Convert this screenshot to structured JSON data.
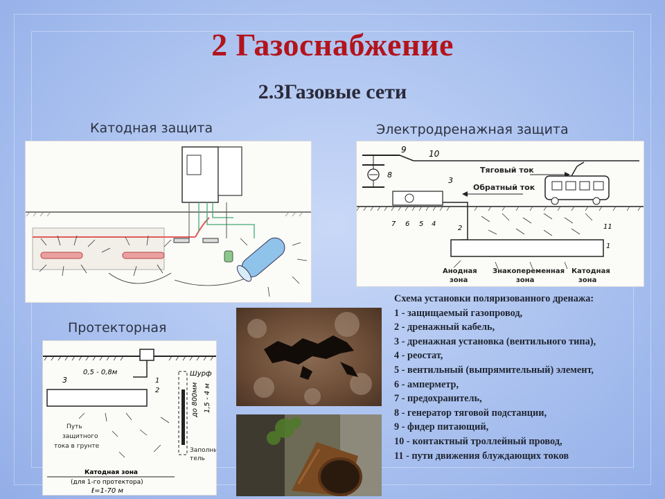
{
  "slide": {
    "title": "2 Газоснабжение",
    "subtitle": "2.3Газовые сети"
  },
  "sections": {
    "cathodic": "Катодная защита",
    "electrodrainage": "Электродренажная защита",
    "protector": "Протекторная"
  },
  "diagram_drainage": {
    "labels": {
      "n9": "9",
      "n10": "10",
      "n8": "8",
      "n3": "3",
      "n7": "7",
      "n6": "6",
      "n5": "5",
      "n4": "4",
      "n2": "2",
      "n11": "11",
      "n1": "1",
      "traction": "Тяговый ток",
      "return": "Обратный ток",
      "anode_zone_1": "Анодная",
      "anode_zone_2": "зона",
      "alt_zone_1": "Знакопеременная",
      "alt_zone_2": "зона",
      "cathode_zone_1": "Катодная",
      "cathode_zone_2": "зона"
    }
  },
  "diagram_protector": {
    "labels": {
      "depth": "0,5 - 0,8м",
      "shurf": "Шурф",
      "n3": "3",
      "n1": "1",
      "n2": "2",
      "depth_v": "до 800мм",
      "depth_v2": "1,5 - 4 м",
      "path1": "Путь",
      "path2": "защитного",
      "path3": "тока в грунте",
      "fill1": "Заполни",
      "fill2": "тель",
      "zone": "Катодная зона",
      "zone2": "(для 1-го протектора)",
      "len": "ℓ=1-70 м"
    }
  },
  "legend": {
    "heading": "Схема установки поляризованного дренажа:",
    "items": [
      "1 - защищаемый газопровод,",
      "2 - дренажный кабель,",
      "3 - дренажная установка (вентильного типа),",
      "4 - реостат,",
      "5 - вентильный (выпрямительный) элемент,",
      "6 - амперметр,",
      "7 - предохранитель,",
      "8 - генератор тяговой подстанции,",
      "9 - фидер питающий,",
      "10 - контактный троллейный провод,",
      "11 - пути движения блуждающих токов"
    ]
  }
}
